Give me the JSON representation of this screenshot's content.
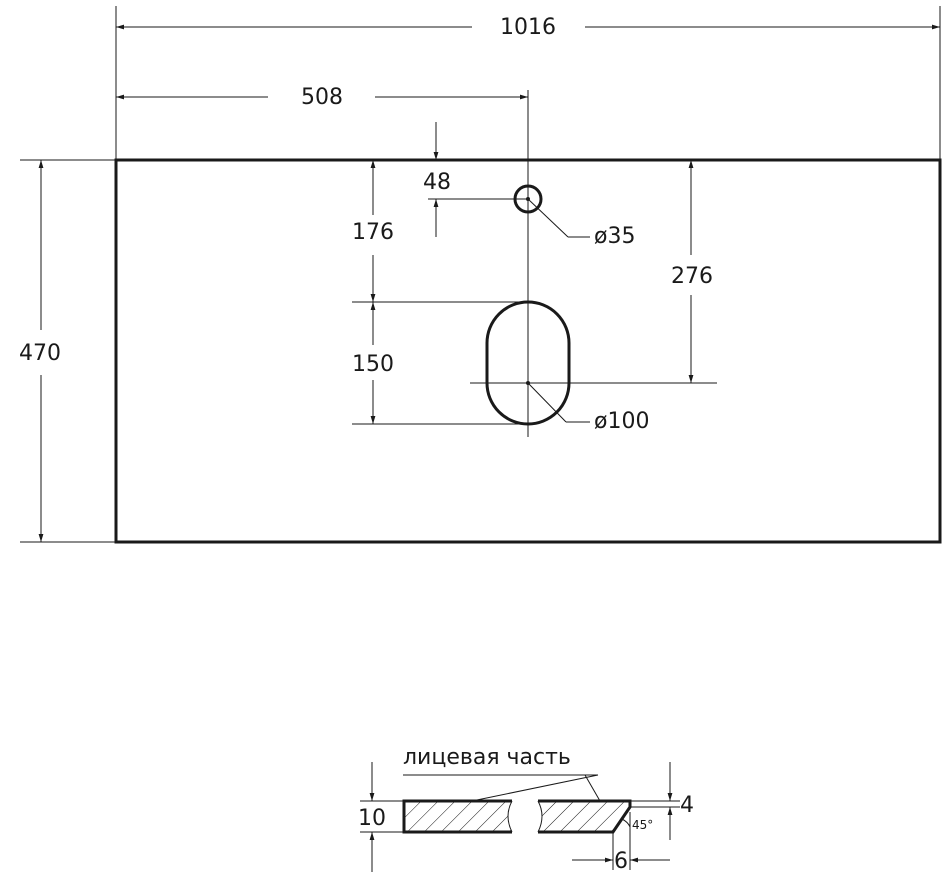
{
  "drawing": {
    "overall_width": "1016",
    "half_width": "508",
    "depth": "470",
    "tap_hole_offset": "48",
    "tap_hole_diameter": "ø35",
    "basin_offset": "176",
    "basin_center_offset": "276",
    "basin_radius_length": "150",
    "basin_diameter": "ø100"
  },
  "section": {
    "front_label": "лицевая часть",
    "thickness": "10",
    "chamfer_depth": "4",
    "chamfer_angle": "45°",
    "chamfer_width": "6"
  }
}
